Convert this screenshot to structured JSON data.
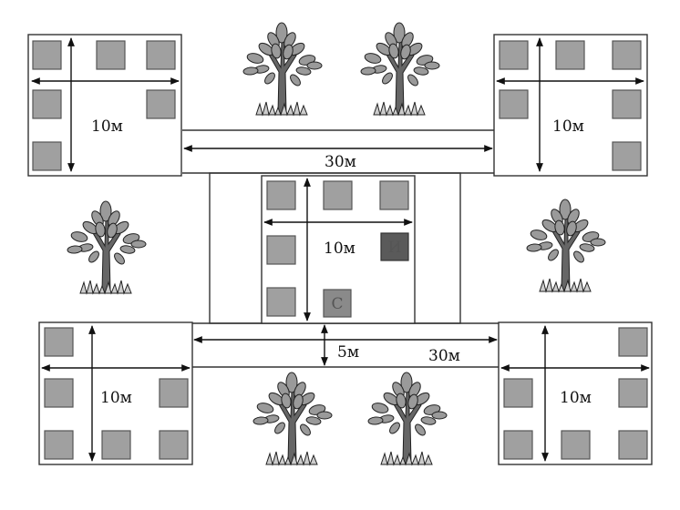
{
  "labels": {
    "block_top_left": "10м",
    "block_top_right": "10м",
    "block_center": "10м",
    "block_bottom_left": "10м",
    "block_bottom_right": "10м",
    "top_gap": "30м",
    "bottom_gap": "30м",
    "yard_gap": "5м"
  },
  "markers": {
    "upper": {
      "letter": "И",
      "color": "#5a5a5a"
    },
    "lower": {
      "letter": "С",
      "color": "#8a8a8a"
    }
  },
  "colors": {
    "square": "#a0a0a0",
    "trunk": "#666666",
    "leaf": "#9a9a9a",
    "grass": "#222222"
  },
  "icons": [
    "tree-icon",
    "tree-icon",
    "tree-icon",
    "tree-icon",
    "tree-icon",
    "tree-icon"
  ]
}
